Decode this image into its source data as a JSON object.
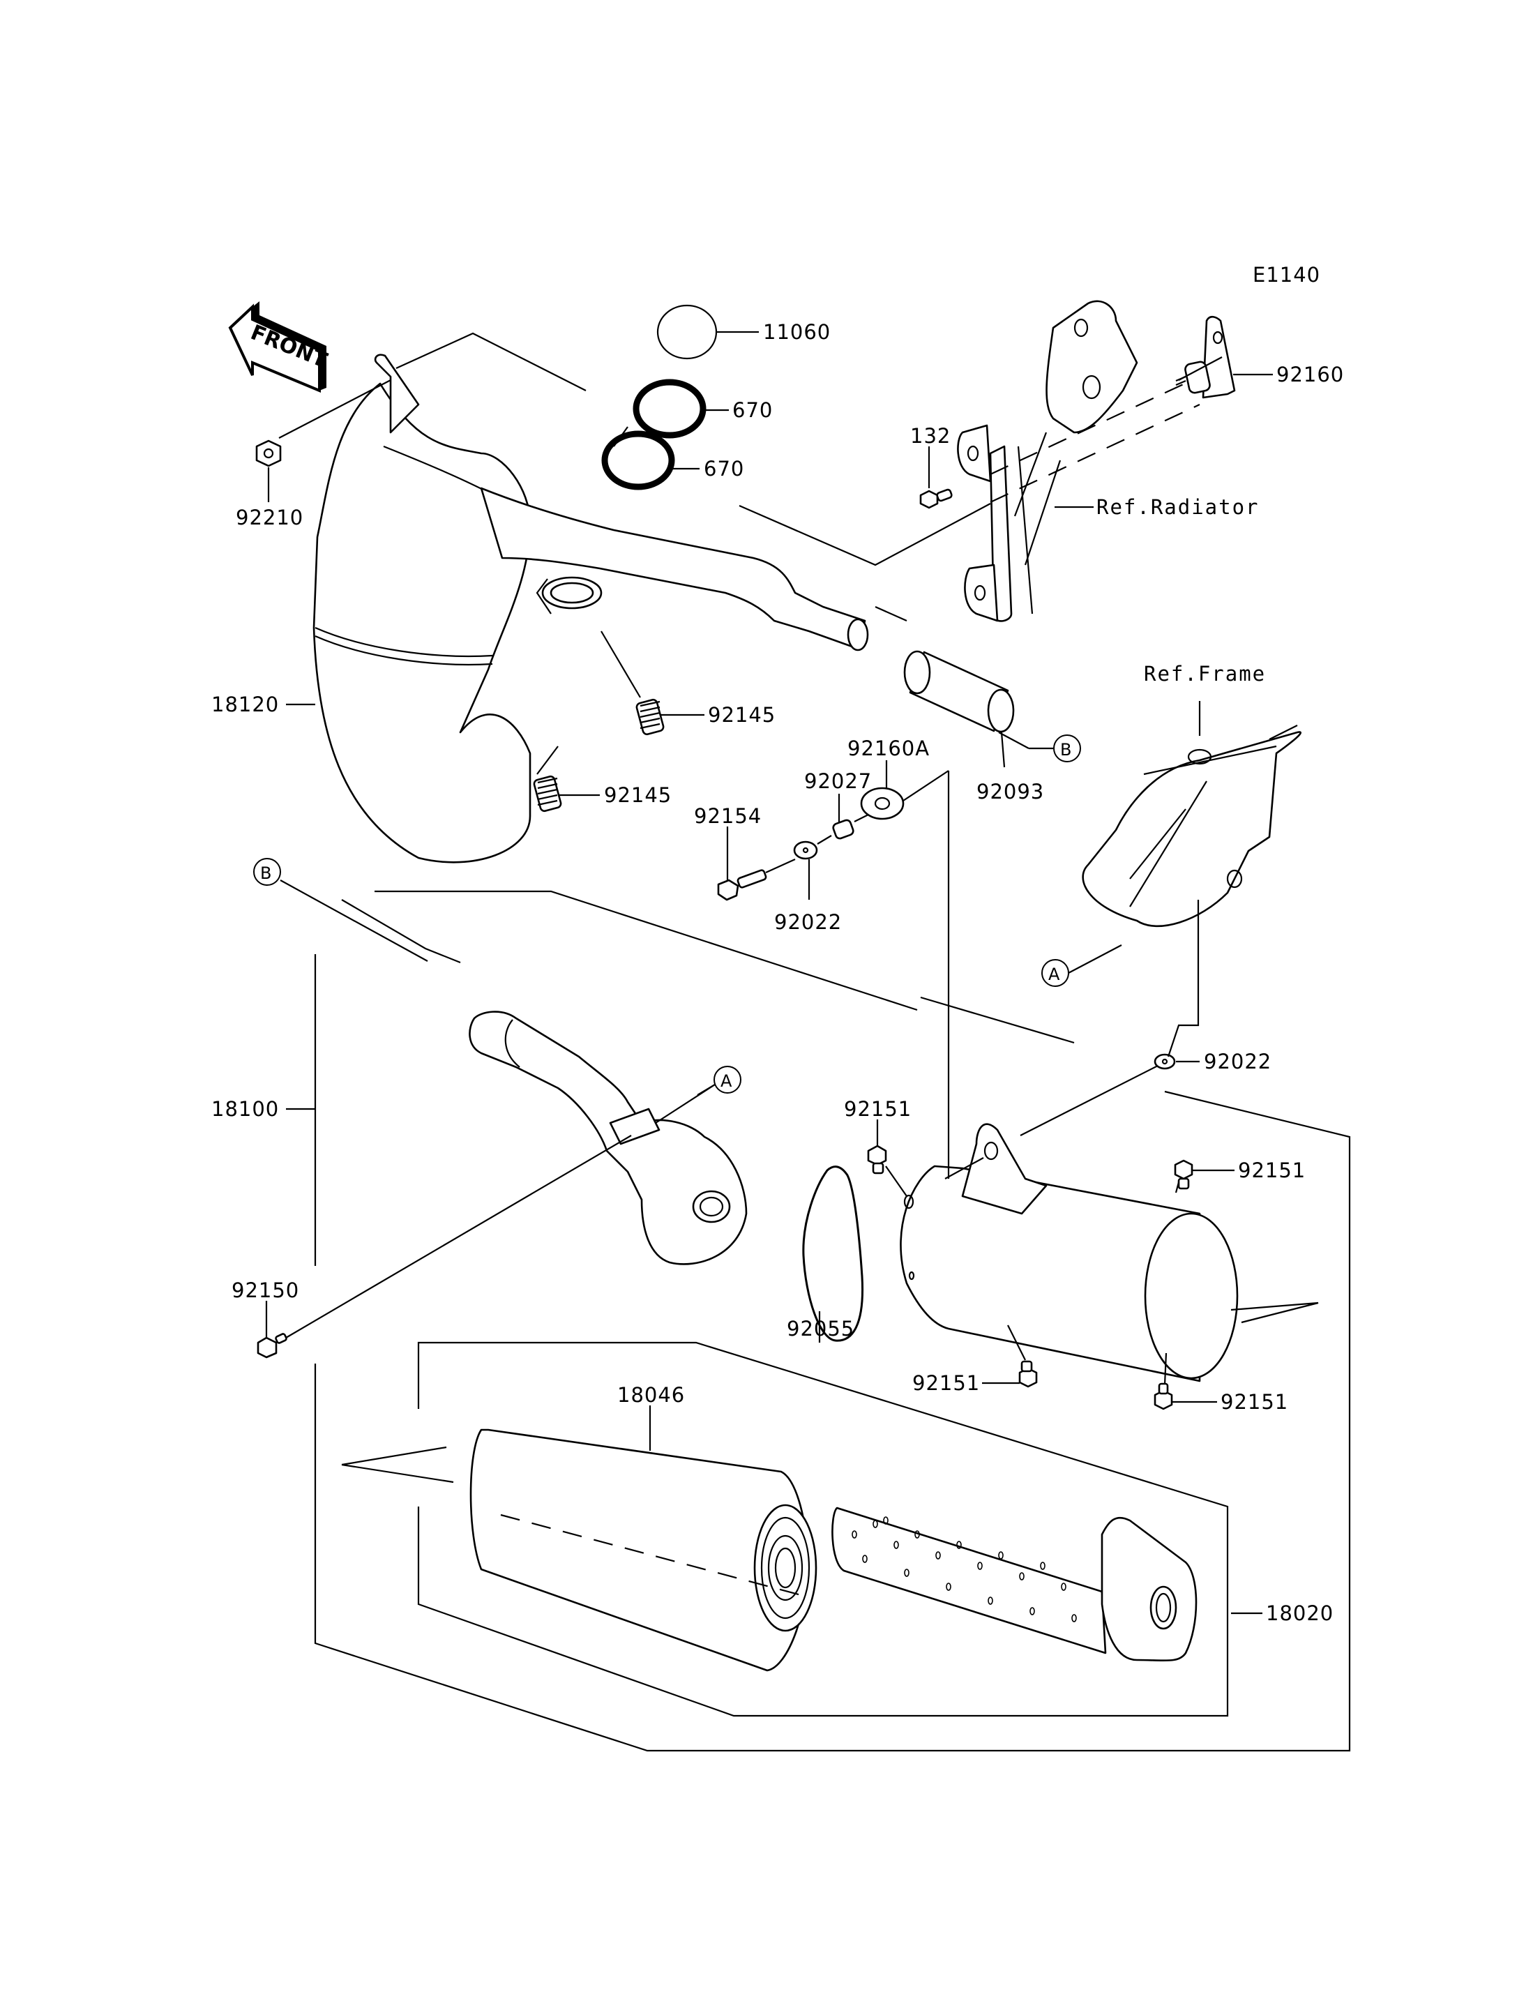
{
  "diagram": {
    "title_code": "E1140",
    "front_indicator": "FRONT",
    "callouts": {
      "p11060": "11060",
      "p670_a": "670",
      "p670_b": "670",
      "p92160": "92160",
      "p132": "132",
      "p92210": "92210",
      "p18120": "18120",
      "p92145_a": "92145",
      "p92145_b": "92145",
      "p92160A": "92160A",
      "p92027": "92027",
      "p92154": "92154",
      "p92022_a": "92022",
      "p92093": "92093",
      "p18100": "18100",
      "p92150": "92150",
      "p92151_a": "92151",
      "p92151_b": "92151",
      "p92151_c": "92151",
      "p92151_d": "92151",
      "p92055": "92055",
      "p92022_b": "92022",
      "p18046": "18046",
      "p18020": "18020"
    },
    "references": {
      "radiator": "Ref.Radiator",
      "frame": "Ref.Frame"
    },
    "connectors": {
      "a_top": "A",
      "a_bottom": "A",
      "b_top": "B",
      "b_bottom": "B"
    }
  }
}
